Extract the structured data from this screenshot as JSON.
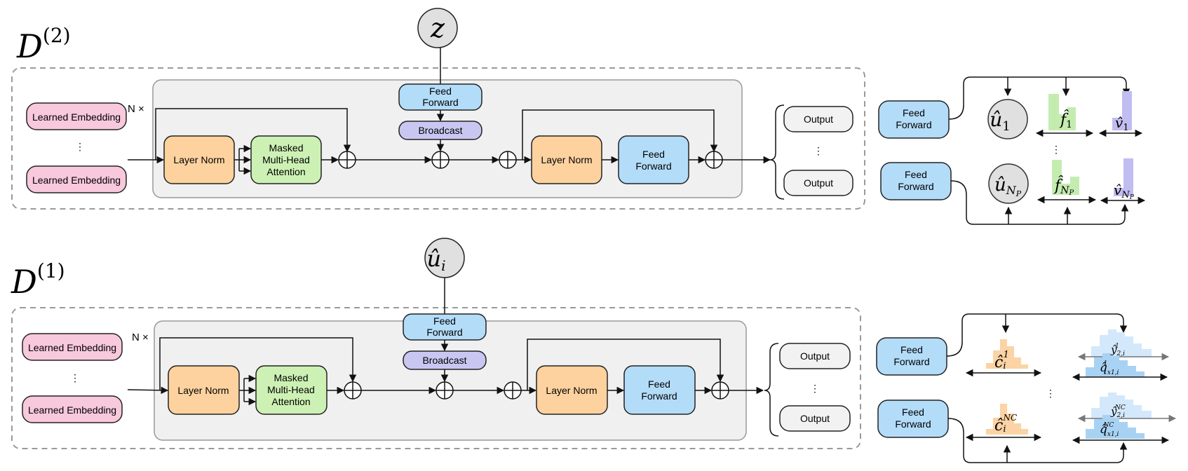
{
  "colors": {
    "embedding": "#f8c8dc",
    "layer_norm": "#fdd29f",
    "attention": "#cdf1b4",
    "feed_forward": "#b3dcf9",
    "broadcast": "#c9c7f2",
    "output": "#f2f2f2",
    "block_bg": "#f0f0f0",
    "hist_green": "#c5ecb0",
    "hist_purple": "#c1bdf0",
    "hist_orange": "#fbd3a4",
    "hist_blue": "#a8d2f3",
    "hist_blue_light": "#d3e8fa"
  },
  "top": {
    "title_base": "D",
    "title_sup": "(2)",
    "input_symbol": "z",
    "repeat_label": "N ×",
    "embedding_1": "Learned Embedding",
    "embedding_dots": "⋮",
    "embedding_2": "Learned Embedding",
    "ff_top_1": "Feed",
    "ff_top_2": "Forward",
    "broadcast": "Broadcast",
    "layer_norm_1": "Layer Norm",
    "attn_1": "Masked",
    "attn_2": "Multi-Head",
    "attn_3": "Attention",
    "layer_norm_2": "Layer Norm",
    "ff_1": "Feed",
    "ff_2": "Forward",
    "output_1": "Output",
    "output_dots": "⋮",
    "output_2": "Output"
  },
  "bottom": {
    "title_base": "D",
    "title_sup": "(1)",
    "input_symbol_base": "û",
    "input_symbol_sub": "i",
    "repeat_label": "N ×",
    "embedding_1": "Learned Embedding",
    "embedding_dots": "⋮",
    "embedding_2": "Learned Embedding",
    "ff_top_1": "Feed",
    "ff_top_2": "Forward",
    "broadcast": "Broadcast",
    "layer_norm_1": "Layer Norm",
    "attn_1": "Masked",
    "attn_2": "Multi-Head",
    "attn_3": "Attention",
    "layer_norm_2": "Layer Norm",
    "ff_1": "Feed",
    "ff_2": "Forward",
    "output_1": "Output",
    "output_dots": "⋮",
    "output_2": "Output"
  },
  "heads_top": {
    "ff_a_1": "Feed",
    "ff_a_2": "Forward",
    "ff_b_1": "Feed",
    "ff_b_2": "Forward",
    "u1_base": "û",
    "u1_sub": "1",
    "f1_base": "f̂",
    "f1_sub": "1",
    "v1_base": "v̂",
    "v1_sub": "1",
    "mid_dots": "⋮",
    "un_base": "û",
    "un_sub": "N",
    "un_subsub": "P",
    "fn_base": "f̂",
    "fn_sub": "N",
    "fn_subsub": "P",
    "vn_base": "v̂",
    "vn_sub": "N",
    "vn_subsub": "P"
  },
  "heads_bottom": {
    "ff_a_1": "Feed",
    "ff_a_2": "Forward",
    "ff_b_1": "Feed",
    "ff_b_2": "Forward",
    "c1_base": "ĉ",
    "c1_sub": "i",
    "c1_sup": "1",
    "y1_base": "ŷ",
    "y1_sub": "2,i",
    "y1_sup": "1",
    "q1_base": "q̂",
    "q1_sub": "x1,i",
    "q1_sup": "1",
    "mid_dots": "⋮",
    "cn_base": "ĉ",
    "cn_sub": "i",
    "cn_sup": "NC",
    "yn_base": "ŷ",
    "yn_sub": "2,i",
    "yn_sup": "NC",
    "qn_base": "q̂",
    "qn_sub": "x1,i",
    "qn_sup": "NC"
  }
}
